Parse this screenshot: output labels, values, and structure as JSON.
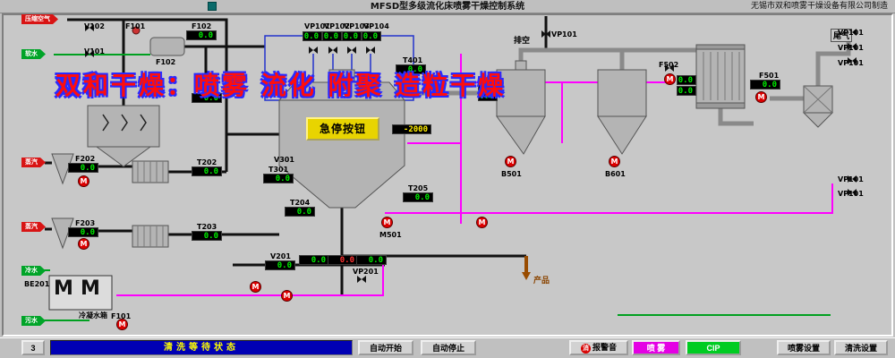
{
  "title_bar": {
    "title": "MFSD型多级流化床喷雾干燥控制系统",
    "manufacturer": "无锡市双和喷雾干燥设备有限公司制造"
  },
  "watermark": "双和干燥：喷雾 流化 附聚 造粒干燥",
  "flags": {
    "compressed_air": "压缩空气",
    "soft_water": "软水",
    "steam_a": "蒸汽",
    "steam_b": "蒸汽",
    "cold_water": "冷水",
    "drain": "污水"
  },
  "labels": {
    "vent": "排空",
    "tail_gas": "尾气",
    "product": "产品",
    "condensate_tank": "冷凝水箱",
    "estop": "急停按钮",
    "be201": "BE201",
    "neg2000": "-2000"
  },
  "points": {
    "f102_disp": {
      "tag": "F102",
      "value": "0.0"
    },
    "t201": {
      "tag": "T201",
      "value": "0.0"
    },
    "t401": {
      "tag": "T401",
      "value": "0.0"
    },
    "t202": {
      "tag": "T202",
      "value": "0.0"
    },
    "t203": {
      "tag": "T203",
      "value": "0.0"
    },
    "t204": {
      "tag": "T204",
      "value": "0.0"
    },
    "t205": {
      "tag": "T205",
      "value": "0.0"
    },
    "t301": {
      "tag": "T301",
      "value": "0.0"
    },
    "f202": {
      "tag": "F202",
      "value": "0.0"
    },
    "f203": {
      "tag": "F203",
      "value": "0.0"
    },
    "f501": {
      "tag": "F501",
      "value": "0.0"
    },
    "v201": {
      "tag": "V201",
      "value": "0.0"
    }
  },
  "tags": {
    "v102": "V102",
    "f101": "F101",
    "v101": "V101",
    "f102_equip": "F102",
    "v301": "V301",
    "vp201": "VP201",
    "m501": "M501",
    "b501": "B501",
    "b601": "B601",
    "f502": "F502",
    "vp101_vent": "VP101",
    "f101_b": "F101"
  },
  "vp_row": [
    {
      "tag": "VP101",
      "value": "0.0"
    },
    {
      "tag": "VP102",
      "value": "0.0"
    },
    {
      "tag": "VP103",
      "value": "0.0"
    },
    {
      "tag": "VP104",
      "value": "0.0"
    }
  ],
  "right_valves": [
    "VP101",
    "VP101",
    "VP101",
    "VP101",
    "VP101"
  ],
  "misc_values": {
    "tower1_a": "0.0",
    "tower1_b": "0.0",
    "f502_a": "0.0",
    "f502_b": "0.0",
    "row_a": "0.0",
    "row_b": "0.0",
    "row_c": "0.0"
  },
  "pump_label": "M",
  "status_bar": {
    "mode": "3",
    "text": "清洗等待状态"
  },
  "toolbar": {
    "auto_start": "自动开始",
    "auto_stop": "自动停止",
    "mute_icon": "消",
    "mute_label": "报警音",
    "spray": "喷 雾",
    "cip": "CIP",
    "spray_settings": "喷雾设置",
    "clean_settings": "清洗设置"
  },
  "colors": {
    "pipe_magenta": "#ff00ff",
    "pipe_green": "#00a020",
    "pipe_blue": "#2233cc",
    "value_green": "#00ee00",
    "alarm_red": "#ff3232"
  }
}
